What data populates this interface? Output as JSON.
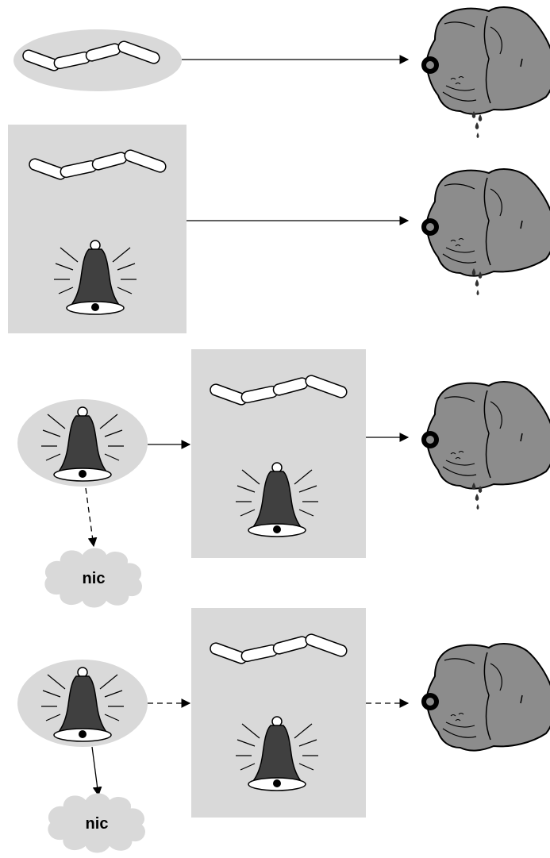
{
  "colors": {
    "panel": "#d9d9d9",
    "dog_fill": "#8c8c8c",
    "bell_fill": "#404040",
    "stroke": "#000000",
    "sausage_fill": "#ffffff"
  },
  "icons": [
    "sausages-icon",
    "bell-icon",
    "dog-head-icon",
    "cloud-icon",
    "saliva-drops-icon"
  ],
  "rows": [
    {
      "id": "row-1",
      "arrow_style": "solid",
      "dog_drools": true
    },
    {
      "id": "row-2",
      "arrow_style": "solid",
      "dog_drools": true
    },
    {
      "id": "row-3",
      "arrow_style": "solid",
      "cloud_arrow_style": "dashed",
      "dog_drools": true,
      "cloud_label": "nic"
    },
    {
      "id": "row-4",
      "arrow_style": "dashed",
      "cloud_arrow_style": "solid",
      "dog_drools": false,
      "cloud_label": "nic"
    }
  ]
}
